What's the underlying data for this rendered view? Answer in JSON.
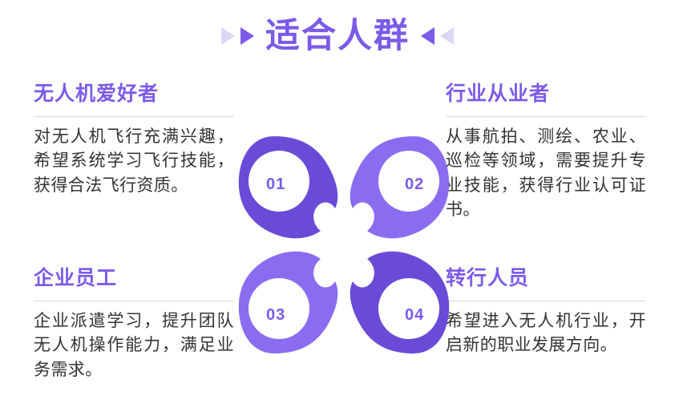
{
  "header": {
    "title": "适合人群",
    "left_ornament": [
      "triangle-right-faint-icon",
      "triangle-right-solid-icon"
    ],
    "right_ornament": [
      "triangle-left-solid-icon",
      "triangle-left-faint-icon"
    ]
  },
  "cards": [
    {
      "number": "01",
      "heading": "无人机爱好者",
      "body": "对无人机飞行充满兴趣，希望系统学习飞行技能，获得合法飞行资质。",
      "color": "#6a4bd8"
    },
    {
      "number": "02",
      "heading": "行业从业者",
      "body": "从事航拍、测绘、农业、巡检等领域，需要提升专业技能，获得行业认可证书。",
      "color": "#8a6cf0"
    },
    {
      "number": "03",
      "heading": "企业员工",
      "body": "企业派遣学习，提升团队无人机操作能力，满足业务需求。",
      "color": "#8a6cf0"
    },
    {
      "number": "04",
      "heading": "转行人员",
      "body": "希望进入无人机行业，开启新的职业发展方向。",
      "color": "#6a4bd8"
    }
  ],
  "theme": {
    "accent": "#7b5be8",
    "accent_dark": "#6a4bd8",
    "accent_light": "#8a6cf0",
    "ornament_faint": "#ded6f7",
    "body_text": "#333333",
    "divider": "#d9d9d9",
    "background": "#ffffff"
  }
}
